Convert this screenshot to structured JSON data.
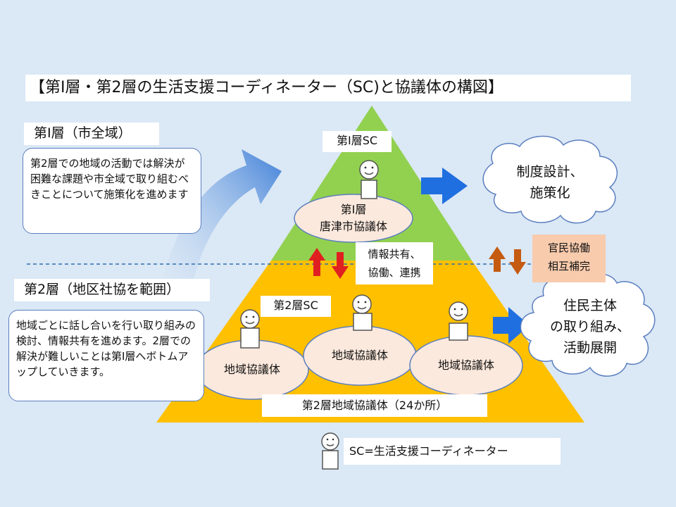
{
  "title": "【第Ⅰ層・第2層の生活支援コーディネーター（SC)と協議体の構図】",
  "level1": {
    "label": "第Ⅰ層（市全域）",
    "description": "第2層での地域の活動では解決が困難な課題や市全域で取り組むべきことについて施策化を進めます",
    "sc_label": "第Ⅰ層SC",
    "council": "第Ⅰ層\n唐津市協議体"
  },
  "level2": {
    "label": "第2層（地区社協を範囲）",
    "description": "地域ごとに話し合いを行い取り組みの検討、情報共有を進めます。2層での解決が難しいことは第Ⅰ層へボトムアップしていきます。",
    "sc_label": "第2層SC",
    "councils": [
      "地域協議体",
      "地域協議体",
      "地域協議体"
    ],
    "footer": "第2層地域協議体（24か所）"
  },
  "info_sharing": "情報共有、\n協働、連携",
  "public_private": "官民協働\n相互補完",
  "cloud_top": "制度設計、\n施策化",
  "cloud_bottom": "住民主体\nの取り組み、\n活動展開",
  "legend": "SC=生活支援コーディネーター",
  "colors": {
    "background": "#dbe8f5",
    "pyramid_top": "#92d050",
    "pyramid_bottom": "#ffc000",
    "blue_arrow": "#1f6fe0",
    "red_arrow": "#e02020",
    "brown_arrow": "#c55a11",
    "orange_box": "#f8cbad",
    "ellipse_fill": "#fce9dd",
    "ellipse_stroke": "#5b7fbf"
  }
}
